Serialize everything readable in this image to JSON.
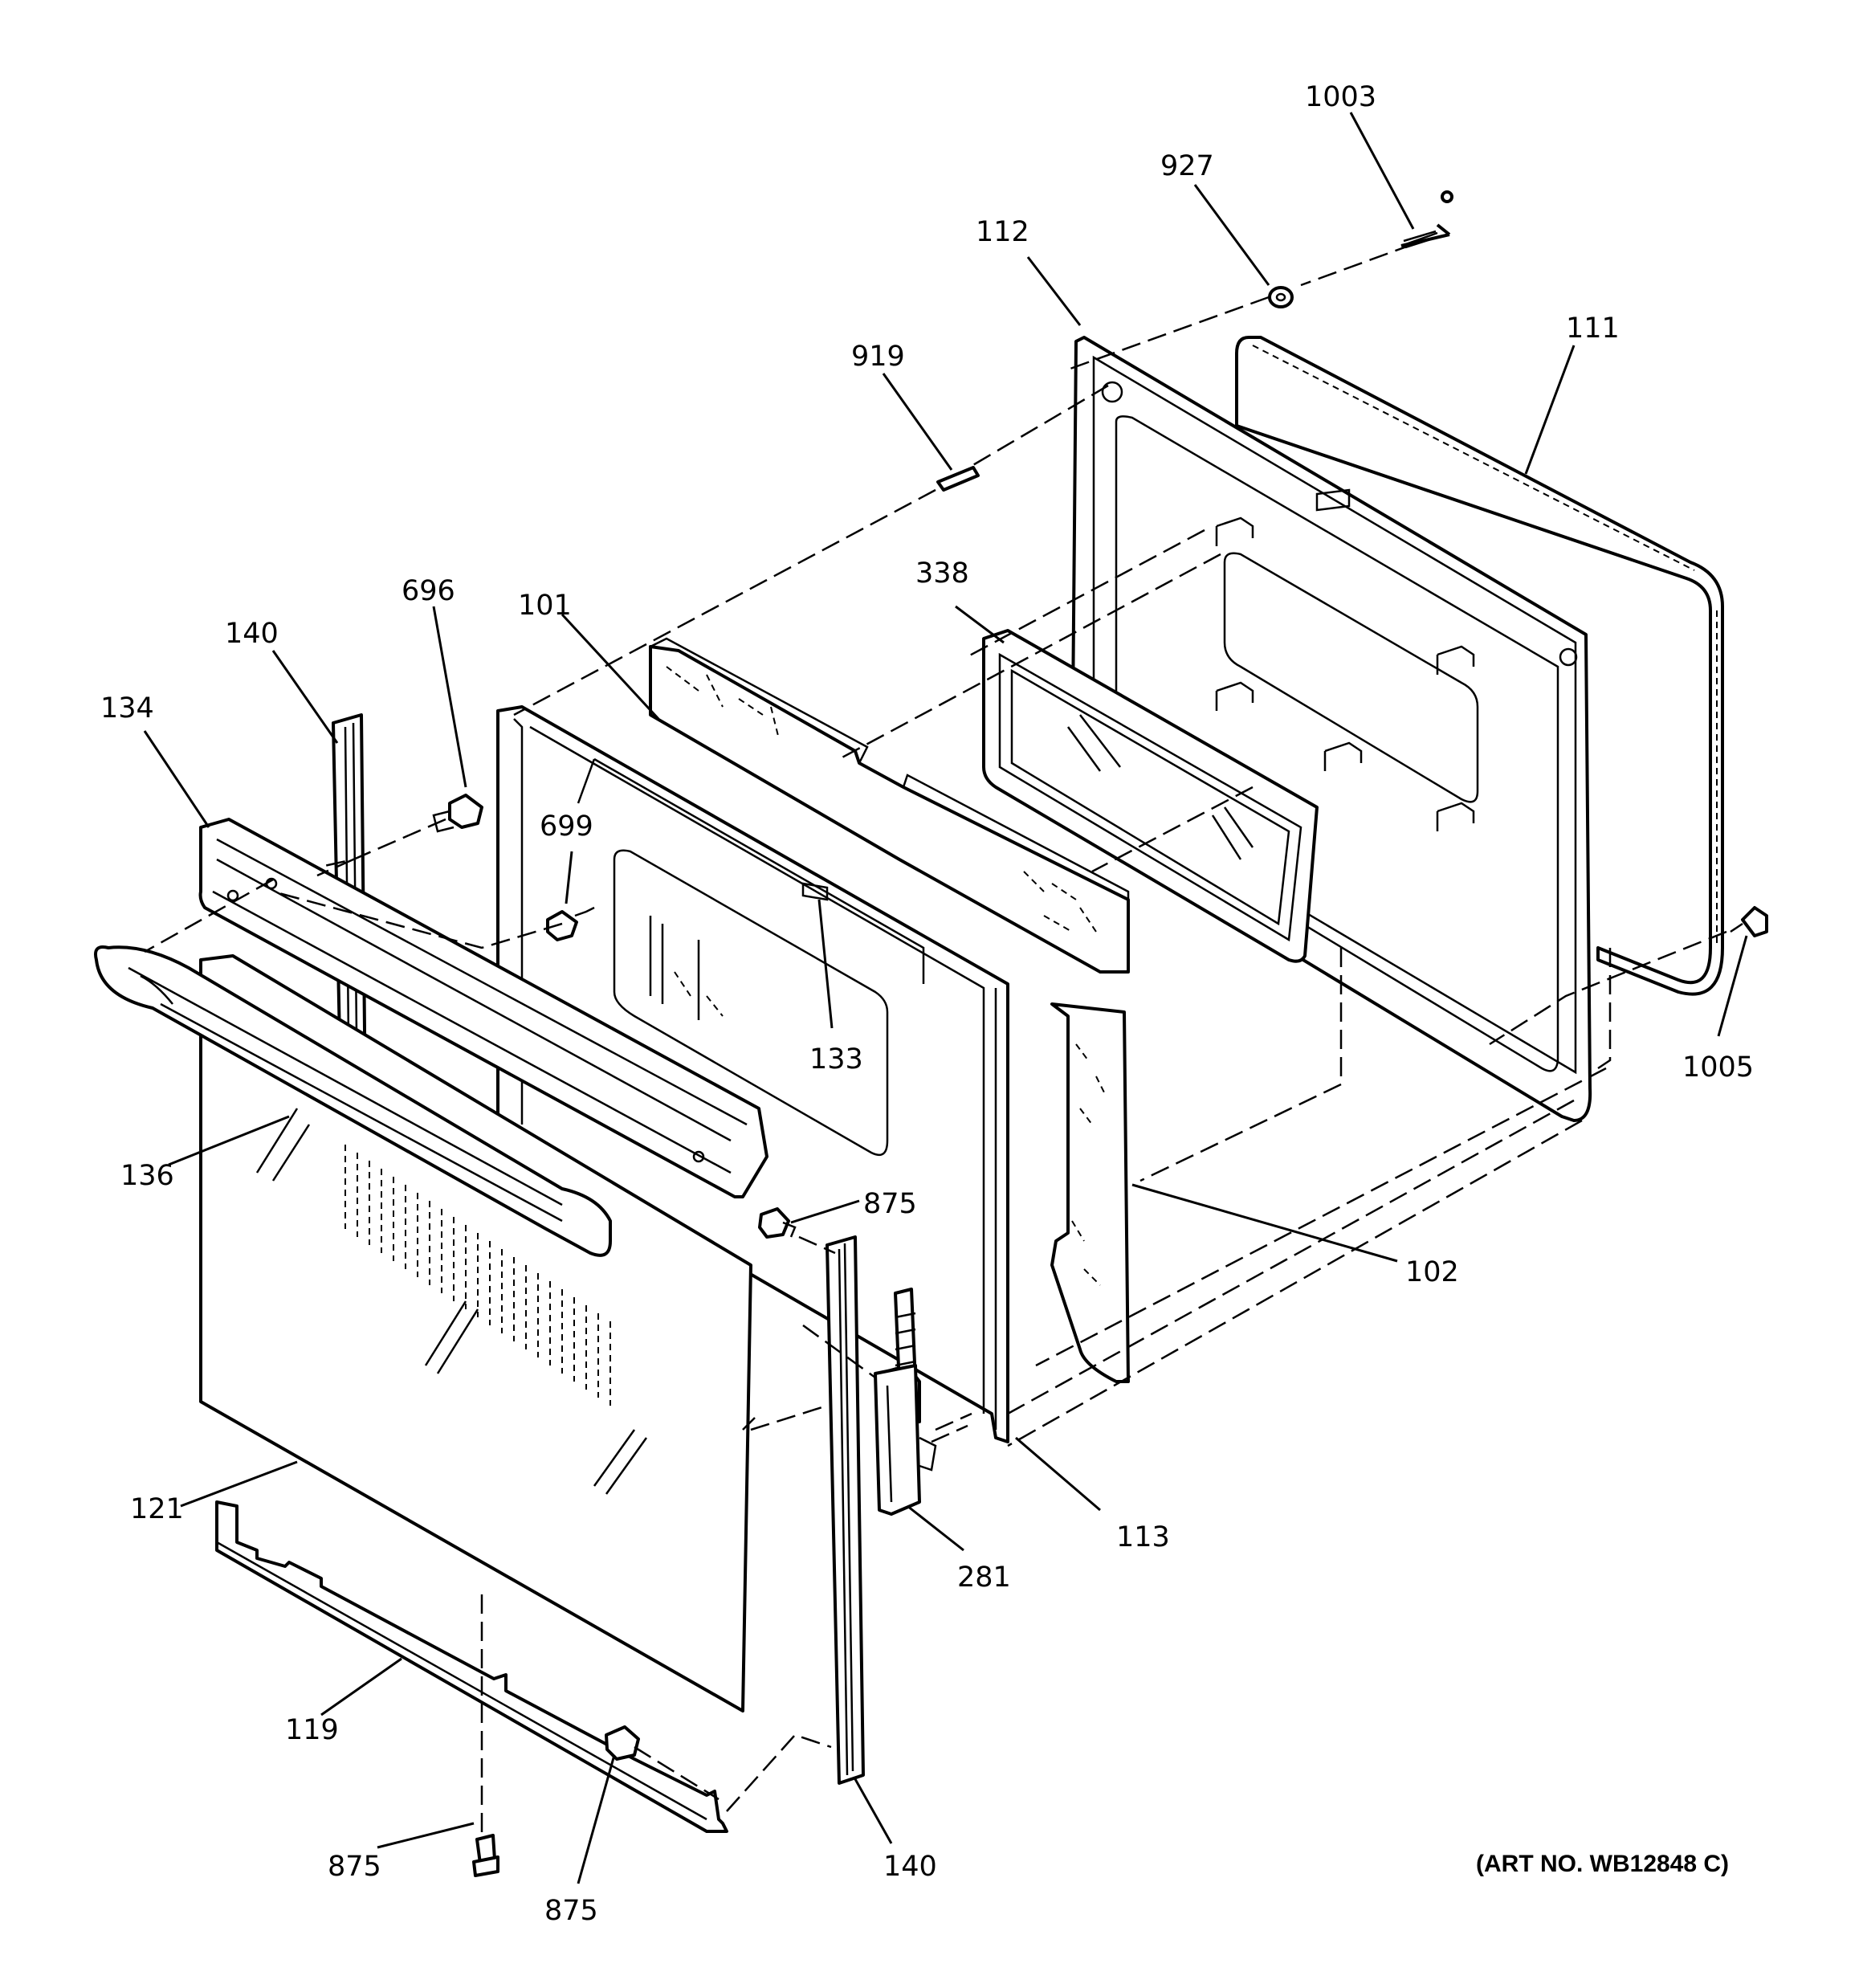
{
  "diagram": {
    "art_number": "(ART NO. WB12848 C)",
    "callouts": [
      {
        "id": "c1003",
        "text": "1003"
      },
      {
        "id": "c927",
        "text": "927"
      },
      {
        "id": "c112",
        "text": "112"
      },
      {
        "id": "c111",
        "text": "111"
      },
      {
        "id": "c919",
        "text": "919"
      },
      {
        "id": "c338",
        "text": "338"
      },
      {
        "id": "c696",
        "text": "696"
      },
      {
        "id": "c101",
        "text": "101"
      },
      {
        "id": "c140a",
        "text": "140"
      },
      {
        "id": "c134",
        "text": "134"
      },
      {
        "id": "c699",
        "text": "699"
      },
      {
        "id": "c133",
        "text": "133"
      },
      {
        "id": "c1005",
        "text": "1005"
      },
      {
        "id": "c136",
        "text": "136"
      },
      {
        "id": "c875a",
        "text": "875"
      },
      {
        "id": "c102",
        "text": "102"
      },
      {
        "id": "c113",
        "text": "113"
      },
      {
        "id": "c281",
        "text": "281"
      },
      {
        "id": "c121",
        "text": "121"
      },
      {
        "id": "c119",
        "text": "119"
      },
      {
        "id": "c875b",
        "text": "875"
      },
      {
        "id": "c875c",
        "text": "875"
      },
      {
        "id": "c140b",
        "text": "140"
      }
    ]
  }
}
